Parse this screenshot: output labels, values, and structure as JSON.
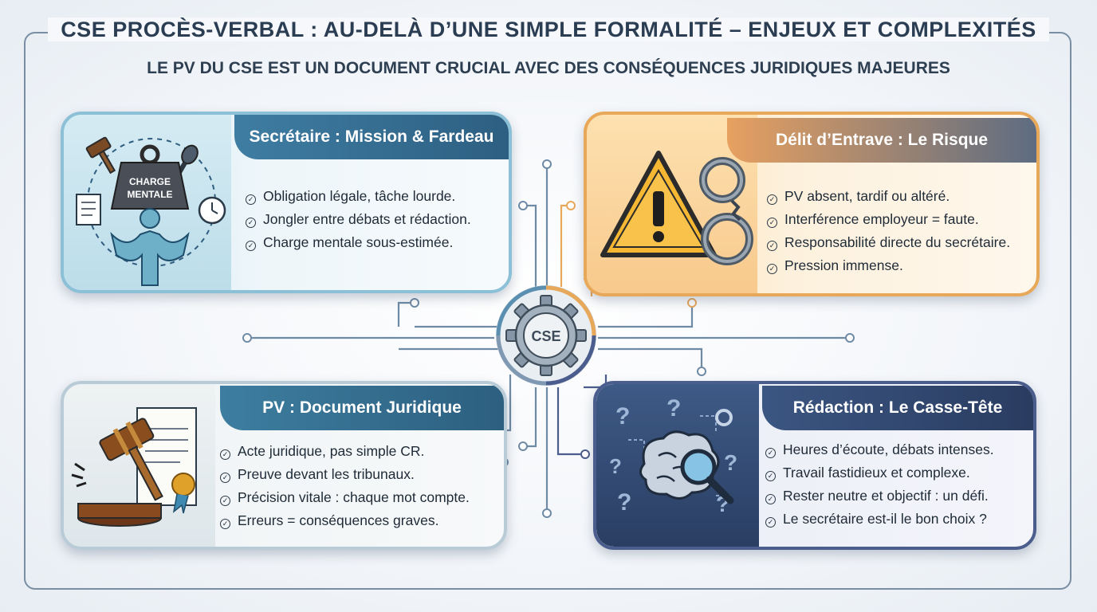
{
  "title": "CSE PROCÈS-VERBAL : AU-DELÀ D’UNE SIMPLE FORMALITÉ – ENJEUX ET COMPLEXITÉS",
  "subtitle": "LE PV DU CSE EST UN DOCUMENT CRUCIAL AVEC DES CONSÉQUENCES JURIDIQUES MAJEURES",
  "hub": {
    "label": "CSE",
    "icon": "gear-icon"
  },
  "cards": {
    "secretaire": {
      "title": "Secrétaire : Mission & Fardeau",
      "icon": "mental-load-weight-icon",
      "icon_text": [
        "CHARGE",
        "MENTALE"
      ],
      "items": [
        "Obligation légale, tâche lourde.",
        "Jongler entre débats et rédaction.",
        "Charge mentale sous-estimée."
      ]
    },
    "delit": {
      "title": "Délit d’Entrave : Le Risque",
      "icon": "warning-handcuffs-icon",
      "items": [
        "PV absent, tardif ou altéré.",
        "Interférence employeur = faute.",
        "Responsabilité directe du secrétaire.",
        "Pression immense."
      ]
    },
    "pv": {
      "title": "PV : Document Juridique",
      "icon": "gavel-document-icon",
      "items": [
        "Acte juridique, pas simple CR.",
        "Preuve devant les tribunaux.",
        "Précision vitale : chaque mot compte.",
        "Erreurs = conséquences graves."
      ]
    },
    "redaction": {
      "title": "Rédaction : Le Casse-Tête",
      "icon": "brain-magnifier-icon",
      "items": [
        "Heures d’écoute, débats intenses.",
        "Travail fastidieux et complexe.",
        "Rester neutre et objectif : un défi.",
        "Le secrétaire est-il le bon choix ?"
      ]
    }
  },
  "colors": {
    "frame": "#7a8ea3",
    "secretaire_accent": "#2d5f82",
    "delit_accent": "#e8a85a",
    "pv_accent": "#3d7ea0",
    "redaction_accent": "#2a3c60"
  }
}
